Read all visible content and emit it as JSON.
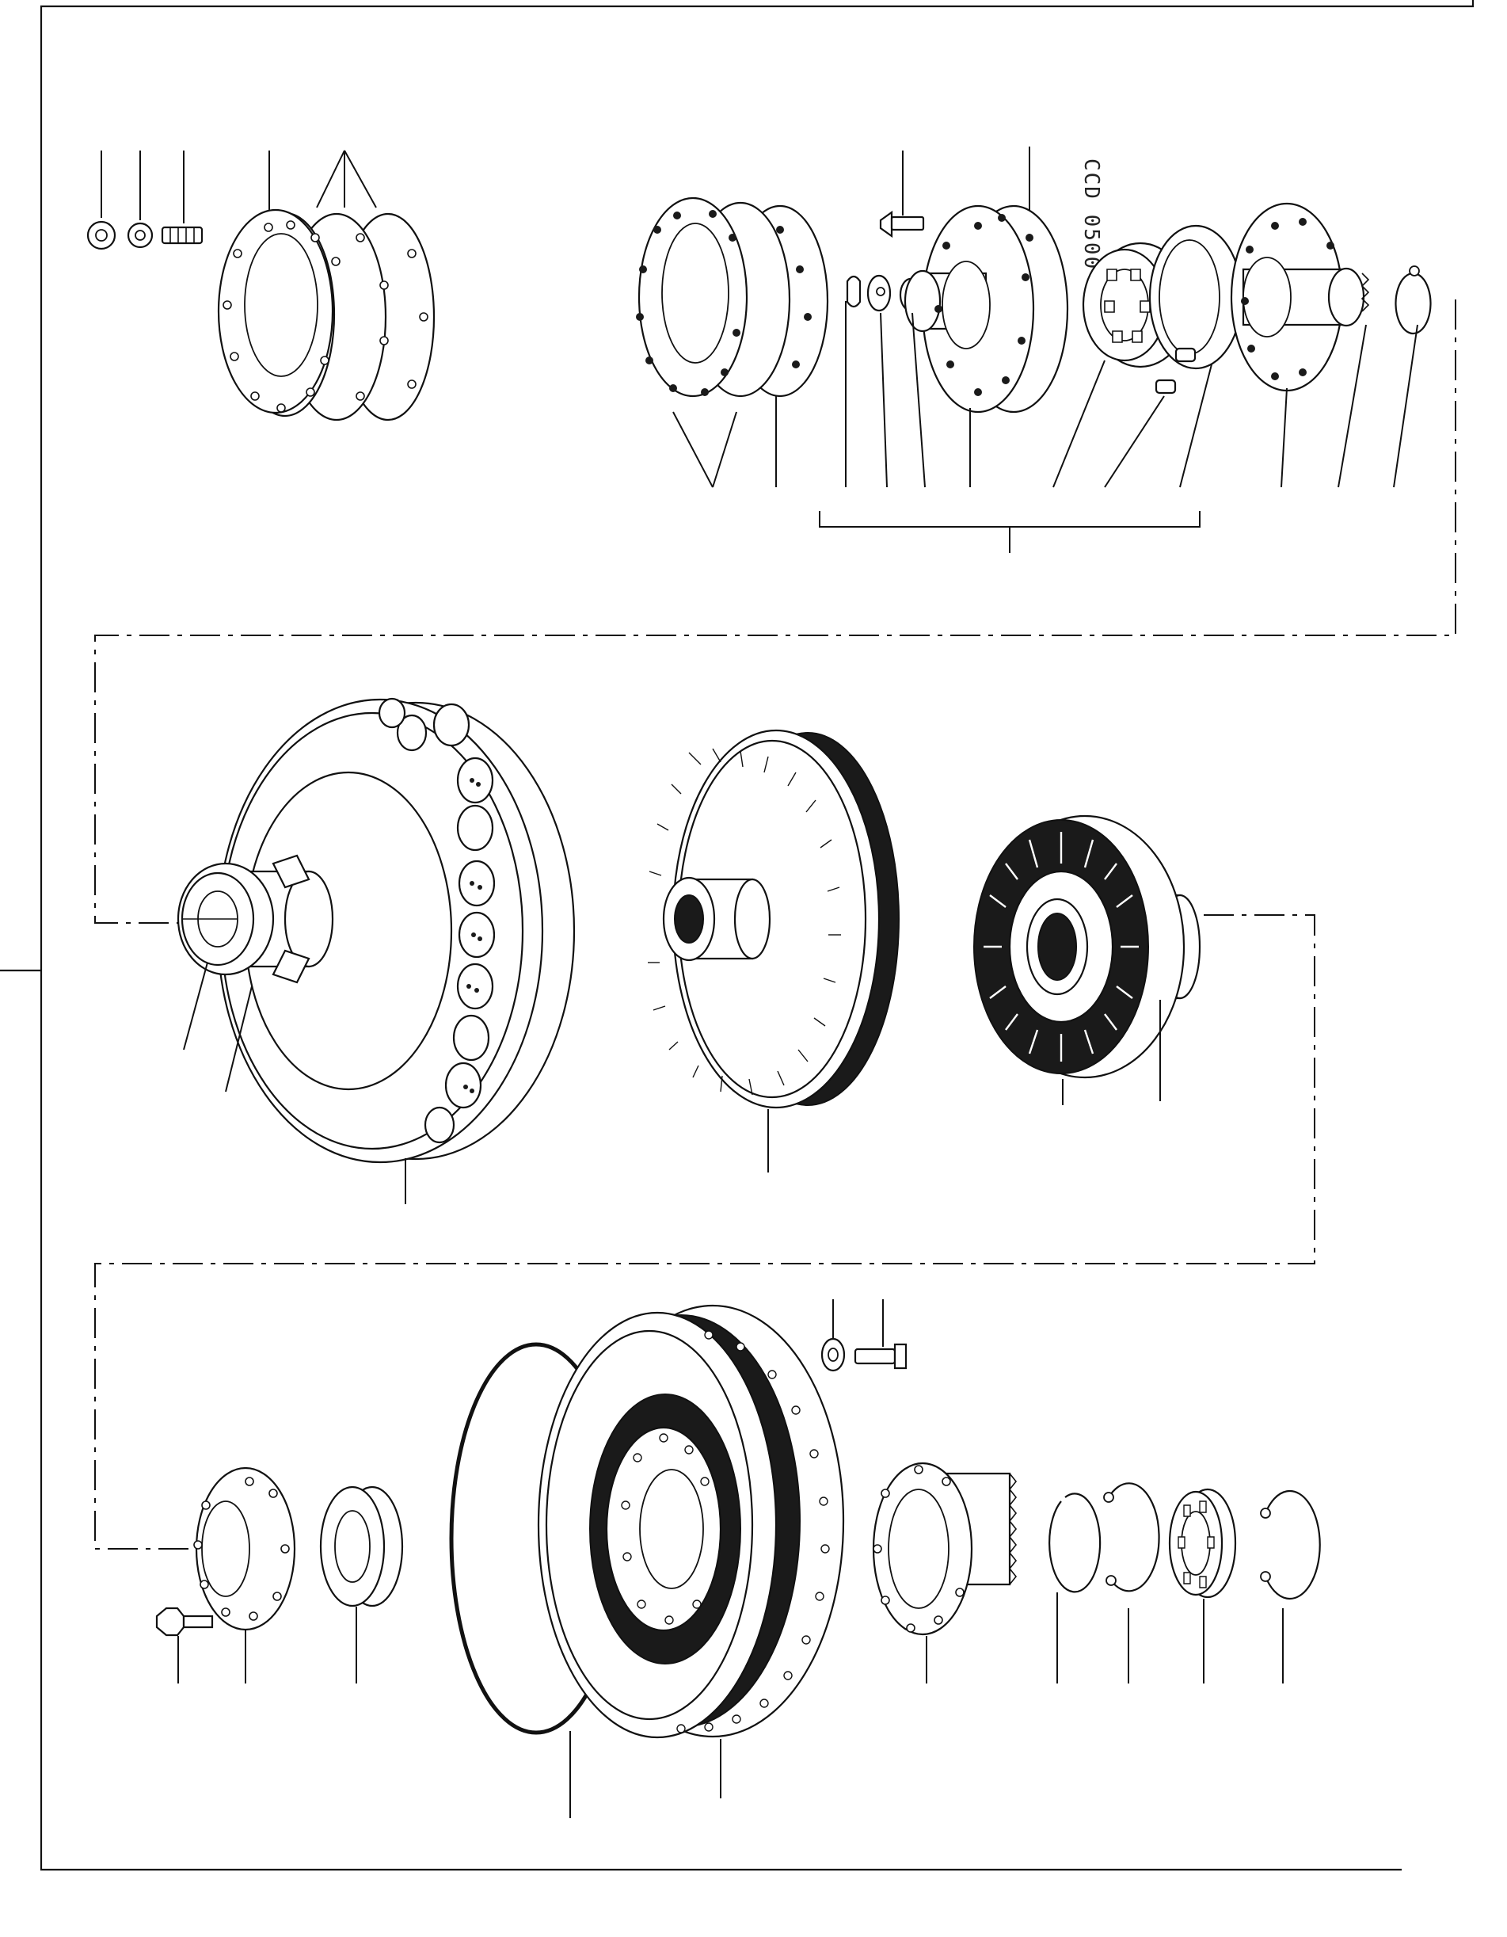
{
  "stamp": {
    "text": "CCD 0500"
  },
  "colors": {
    "ink": "#111111",
    "paper": "#ffffff"
  },
  "groups": [
    {
      "name": "shaft-group"
    },
    {
      "name": "turbine-stator-group"
    },
    {
      "name": "pump-housing-group"
    }
  ]
}
